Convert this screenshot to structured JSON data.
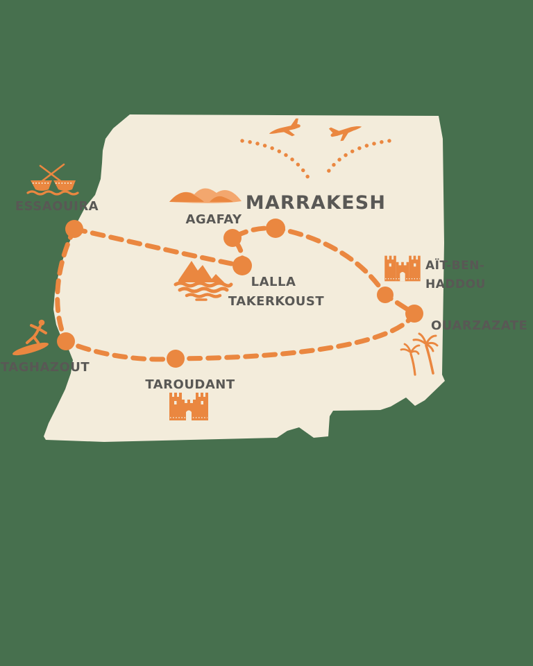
{
  "palette": {
    "background": "#47704E",
    "land": "#F3ECDB",
    "accent": "#EA8740",
    "accent_light": "#F3A76E",
    "label": "#595855"
  },
  "locations": {
    "marrakesh": {
      "label": "MARRAKESH"
    },
    "agafay": {
      "label": "AGAFAY"
    },
    "essaouira": {
      "label": "ESSAOUIRA"
    },
    "lalla_takerkoust": {
      "line1": "LALLA",
      "line2": "TAKERKOUST"
    },
    "ait_ben_haddou": {
      "line1": "AÏT-BEN-",
      "line2": "HADDOU"
    },
    "ouarzazate": {
      "label": "OUARZAZATE"
    },
    "taghazout": {
      "label": "TAGHAZOUT"
    },
    "taroudant": {
      "label": "TAROUDANT"
    }
  },
  "route": {
    "style": "dashed-loop",
    "stops_in_order": [
      "Marrakesh",
      "Aït-Ben-Haddou",
      "Ouarzazate",
      "Taroudant",
      "Taghazout",
      "Essaouira",
      "Lalla Takerkoust",
      "Agafay",
      "Marrakesh"
    ]
  },
  "icons": {
    "marrakesh": "airplane-landing, airplane-takeoff",
    "agafay": "desert-dunes",
    "lalla_takerkoust": "lake-with-mountains",
    "essaouira": "fishing-boats",
    "taghazout": "surfer",
    "taroudant": "kasbah-castle",
    "ait_ben_haddou": "kasbah-castle",
    "ouarzazate": "palm-trees"
  }
}
